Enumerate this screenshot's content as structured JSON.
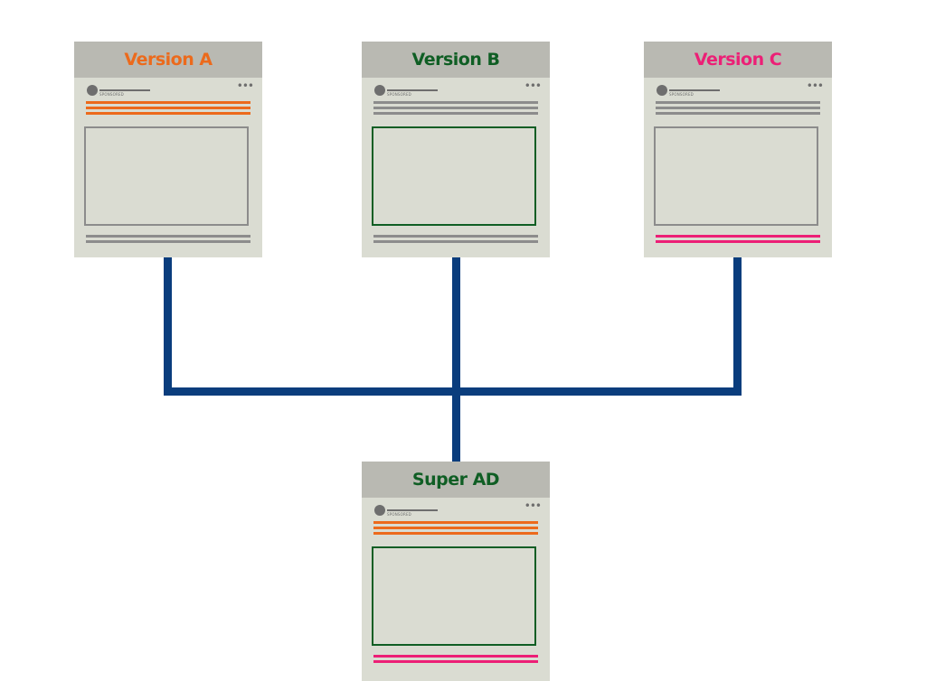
{
  "colors": {
    "orange": "#ec6a1c",
    "green": "#0f5e24",
    "pink": "#ec1f76",
    "gray": "#8c8c8c",
    "connector": "#0a3d7d"
  },
  "cards": [
    {
      "title": "Version A",
      "sponsored": "SPONSORED",
      "more_icon": "•••",
      "title_color": "orange",
      "headline_color": "orange",
      "image_color": "gray",
      "footer_color": "gray"
    },
    {
      "title": "Version B",
      "sponsored": "SPONSORED",
      "more_icon": "•••",
      "title_color": "green",
      "headline_color": "gray",
      "image_color": "green",
      "footer_color": "gray"
    },
    {
      "title": "Version C",
      "sponsored": "SPONSORED",
      "more_icon": "•••",
      "title_color": "pink",
      "headline_color": "gray",
      "image_color": "gray",
      "footer_color": "pink"
    },
    {
      "title": "Super AD",
      "sponsored": "SPONSORED",
      "more_icon": "•••",
      "title_color": "green",
      "headline_color": "orange",
      "image_color": "green",
      "footer_color": "pink"
    }
  ]
}
